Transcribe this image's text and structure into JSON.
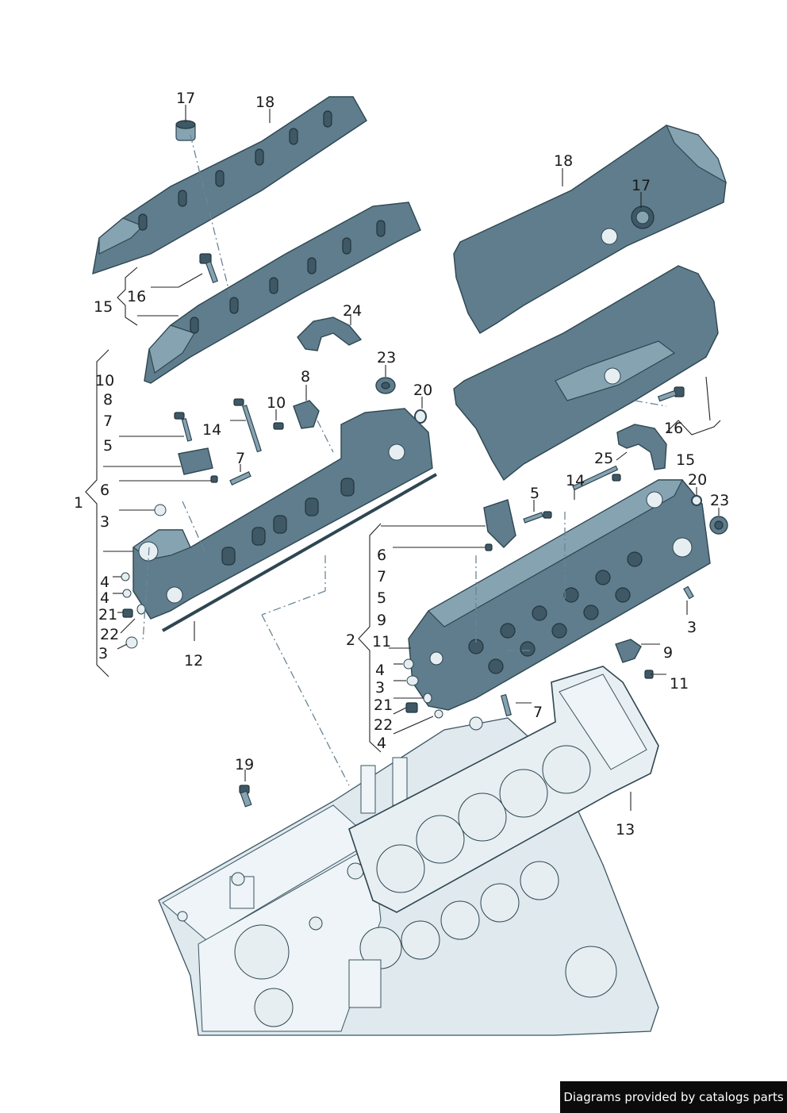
{
  "callouts": [
    {
      "id": "c-17-left",
      "text": "17"
    },
    {
      "id": "c-18-left",
      "text": "18"
    },
    {
      "id": "c-16-left",
      "text": "16"
    },
    {
      "id": "c-15-left",
      "text": "15"
    },
    {
      "id": "c-24",
      "text": "24"
    },
    {
      "id": "c-23-left",
      "text": "23"
    },
    {
      "id": "c-20-left",
      "text": "20"
    },
    {
      "id": "c-8-left",
      "text": "8"
    },
    {
      "id": "c-10-left",
      "text": "10"
    },
    {
      "id": "c-14-left",
      "text": "14"
    },
    {
      "id": "c-7-left",
      "text": "7"
    },
    {
      "id": "c-10-list",
      "text": "10"
    },
    {
      "id": "c-8-list",
      "text": "8"
    },
    {
      "id": "c-7-list",
      "text": "7"
    },
    {
      "id": "c-5-list",
      "text": "5"
    },
    {
      "id": "c-6-list",
      "text": "6"
    },
    {
      "id": "c-1",
      "text": "1"
    },
    {
      "id": "c-3-left-a",
      "text": "3"
    },
    {
      "id": "c-4-left-a",
      "text": "4"
    },
    {
      "id": "c-4-left-b",
      "text": "4"
    },
    {
      "id": "c-21-left",
      "text": "21"
    },
    {
      "id": "c-22-left",
      "text": "22"
    },
    {
      "id": "c-3-left-b",
      "text": "3"
    },
    {
      "id": "c-12",
      "text": "12"
    },
    {
      "id": "c-18-right",
      "text": "18"
    },
    {
      "id": "c-17-right",
      "text": "17"
    },
    {
      "id": "c-16-right",
      "text": "16"
    },
    {
      "id": "c-25",
      "text": "25"
    },
    {
      "id": "c-15-right",
      "text": "15"
    },
    {
      "id": "c-5-right",
      "text": "5"
    },
    {
      "id": "c-14-right",
      "text": "14"
    },
    {
      "id": "c-20-right",
      "text": "20"
    },
    {
      "id": "c-23-right",
      "text": "23"
    },
    {
      "id": "c-6-right",
      "text": "6"
    },
    {
      "id": "c-7-right-list",
      "text": "7"
    },
    {
      "id": "c-5-right-list",
      "text": "5"
    },
    {
      "id": "c-9-right-list",
      "text": "9"
    },
    {
      "id": "c-2",
      "text": "2"
    },
    {
      "id": "c-11-right-list",
      "text": "11"
    },
    {
      "id": "c-4-right-a",
      "text": "4"
    },
    {
      "id": "c-3-right-a",
      "text": "3"
    },
    {
      "id": "c-21-right",
      "text": "21"
    },
    {
      "id": "c-22-right",
      "text": "22"
    },
    {
      "id": "c-4-right-b",
      "text": "4"
    },
    {
      "id": "c-3-right-b",
      "text": "3"
    },
    {
      "id": "c-9-right",
      "text": "9"
    },
    {
      "id": "c-11-right",
      "text": "11"
    },
    {
      "id": "c-7-right",
      "text": "7"
    },
    {
      "id": "c-13",
      "text": "13"
    },
    {
      "id": "c-19",
      "text": "19"
    }
  ],
  "footer": {
    "text": "Diagrams provided by catalogs parts"
  }
}
